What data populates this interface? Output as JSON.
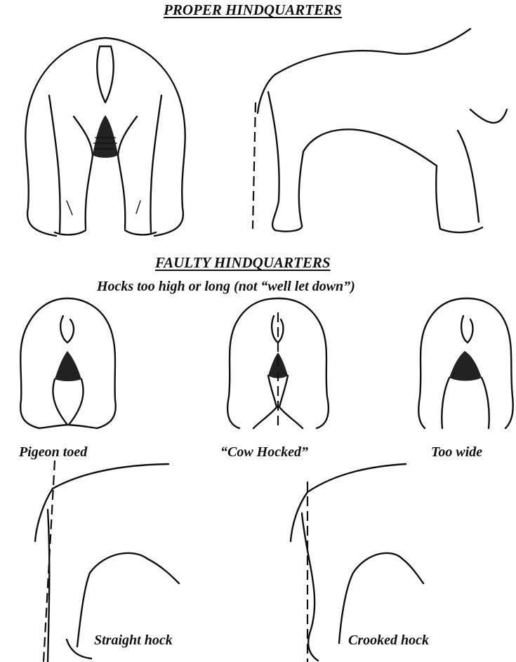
{
  "proper": {
    "heading": "PROPER HINDQUARTERS"
  },
  "faulty": {
    "heading": "FAULTY HINDQUARTERS",
    "subheading": "Hocks too high or long (not “well let down”)",
    "rear_views": [
      {
        "caption": "Pigeon toed"
      },
      {
        "caption": "“Cow Hocked”"
      },
      {
        "caption": "Too wide"
      }
    ],
    "side_views": [
      {
        "caption": "Straight hock"
      },
      {
        "caption": "Crooked hock"
      }
    ]
  }
}
